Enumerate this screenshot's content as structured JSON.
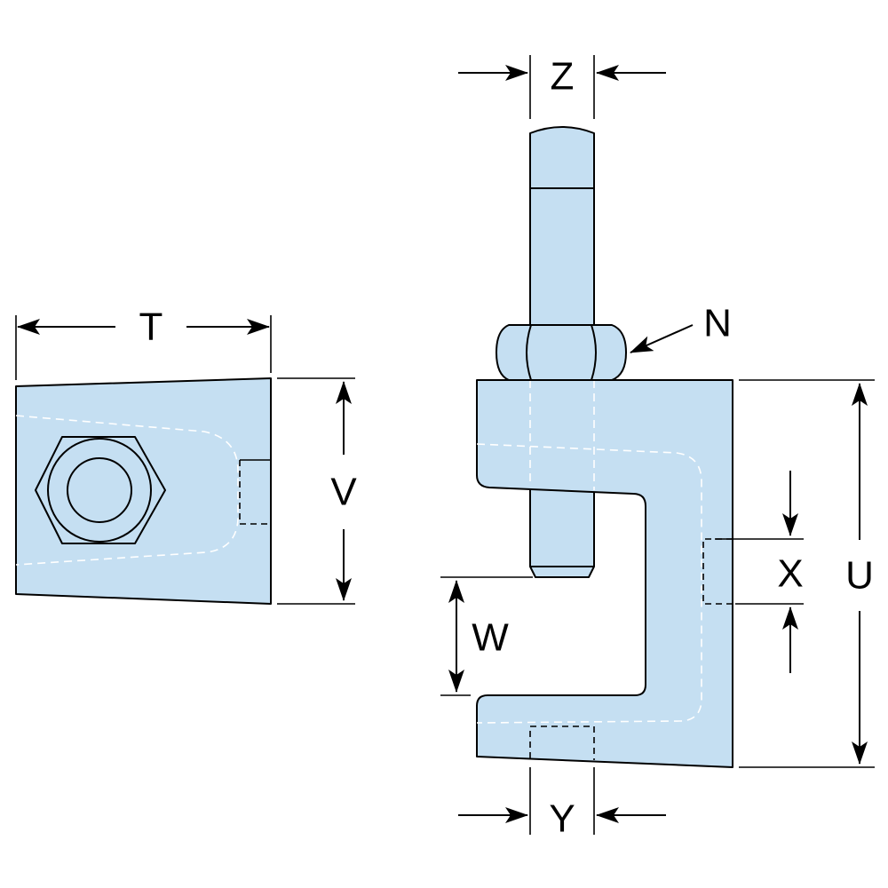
{
  "dimensions": {
    "T": "T",
    "V": "V",
    "Z": "Z",
    "N": "N",
    "U": "U",
    "X": "X",
    "W": "W",
    "Y": "Y"
  },
  "colors": {
    "part_fill": "#c5dff2",
    "outline": "#000000",
    "hidden_line": "#ffffff"
  }
}
